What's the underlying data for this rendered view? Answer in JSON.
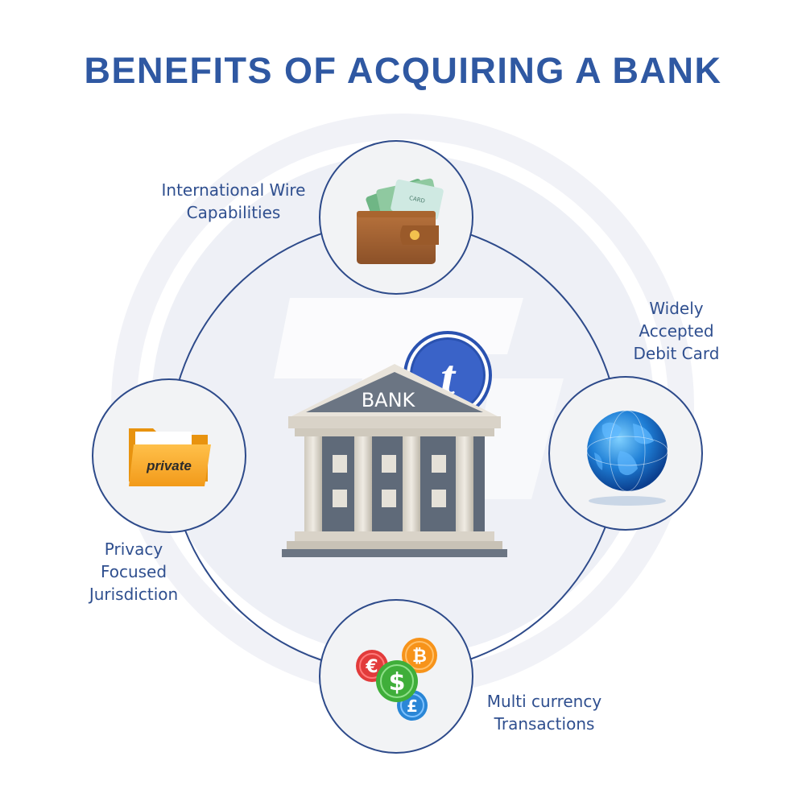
{
  "title": "BENEFITS OF ACQUIRING A BANK",
  "center": {
    "bank_sign": "BANK",
    "coin_letter": "t"
  },
  "nodes": [
    {
      "id": "wire",
      "label_lines": [
        "International Wire",
        "Capabilities"
      ],
      "icon": "wallet-icon",
      "card_text": "CARD"
    },
    {
      "id": "debit",
      "label_lines": [
        "Widely",
        "Accepted",
        "Debit Card"
      ],
      "icon": "globe-icon"
    },
    {
      "id": "privacy",
      "label_lines": [
        "Privacy",
        "Focused",
        "Jurisdiction"
      ],
      "icon": "private-folder-icon",
      "folder_text": "private"
    },
    {
      "id": "multi",
      "label_lines": [
        "Multi currency",
        "Transactions"
      ],
      "icon": "currency-coins-icon",
      "coins": [
        "€",
        "₿",
        "$",
        "£"
      ]
    }
  ],
  "colors": {
    "title": "#2f58a2",
    "label": "#2f4f8f",
    "ring": "#2d4a8a",
    "node_fill": "#f2f3f5",
    "watermark": "#eef0f6"
  }
}
